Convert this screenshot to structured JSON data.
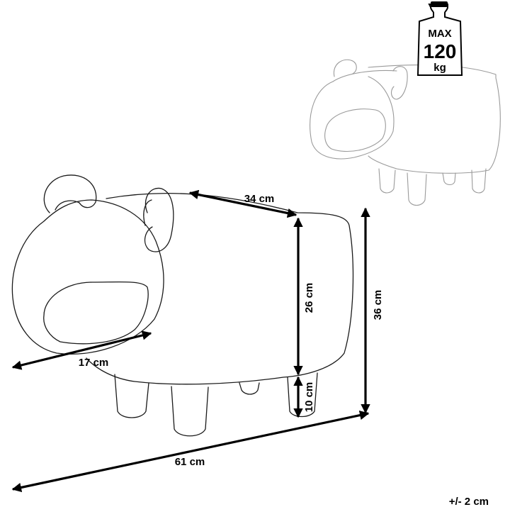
{
  "weight_badge": {
    "line1": "MAX",
    "line2": "120",
    "line3": "kg"
  },
  "dimensions": {
    "seat_depth": "34 cm",
    "body_height": "26 cm",
    "total_height": "36 cm",
    "head_width": "17 cm",
    "leg_height": "10 cm",
    "total_length": "61 cm"
  },
  "tolerance": "+/- 2 cm"
}
